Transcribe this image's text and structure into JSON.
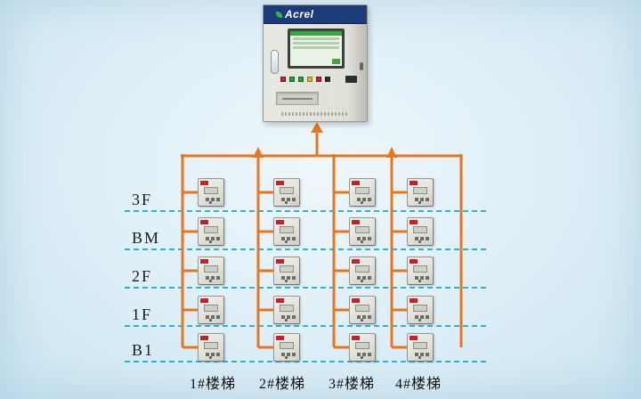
{
  "cabinet": {
    "brand": "Acrel",
    "button_colors": [
      "#c8202a",
      "#22a038",
      "#22a038",
      "#d8b71c",
      "#c8202a",
      "#333333"
    ]
  },
  "floors": [
    "3F",
    "BM",
    "2F",
    "1F",
    "B1"
  ],
  "staircases": [
    "1#楼梯",
    "2#楼梯",
    "3#楼梯",
    "4#楼梯"
  ],
  "grid": {
    "rows": 5,
    "columns": 4
  },
  "colors": {
    "wire": "#E8761F",
    "floor_line": "#2AB5D6",
    "device_tag": "#C8202A",
    "cabinet_header": "#1B3C78",
    "background": "#DDEEF7"
  }
}
